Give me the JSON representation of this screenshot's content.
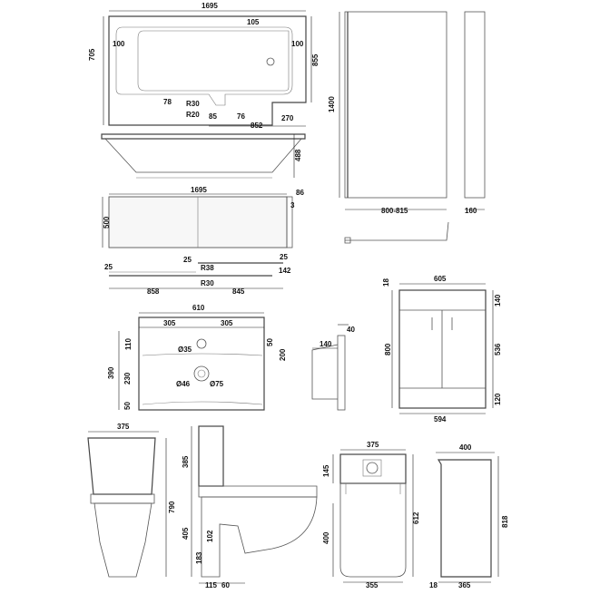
{
  "colors": {
    "line": "#555555",
    "dim": "#222222",
    "text": "#111111",
    "background": "#ffffff"
  },
  "bath_plan": {
    "width": "1695",
    "depth": "705",
    "depth_at_shower": "855",
    "rim_top": "105",
    "rim_left": "100",
    "rim_right": "100",
    "offset_78": "78",
    "radius_30": "R30",
    "radius_20": "R20",
    "offset_85": "85",
    "offset_76": "76",
    "waste": "270",
    "shower_width": "852"
  },
  "bath_side": {
    "height": "488"
  },
  "bath_panel": {
    "width": "1695",
    "height": "500",
    "thickness": "86",
    "gap": "3"
  },
  "panel_section": {
    "left_return": "25",
    "r38": "R38",
    "right_return": "25",
    "dim_142": "142",
    "dim_25": "25",
    "r30": "R30",
    "left_length": "858",
    "right_length": "845"
  },
  "screen_front": {
    "height": "1400",
    "width": "800-815"
  },
  "screen_side": {
    "depth": "160"
  },
  "basin_plan": {
    "width": "610",
    "half_left": "305",
    "half_right": "305",
    "tap_offset": "110",
    "tap_hole": "Ø35",
    "dim_50": "50",
    "dim_200": "200",
    "depth": "390",
    "dim_230": "230",
    "waste_hole": "Ø46",
    "overflow": "Ø75",
    "front": "50"
  },
  "basin_side": {
    "thickness": "40",
    "depth": "140"
  },
  "vanity_front": {
    "top_width": "605",
    "side_margin": "18",
    "height": "800",
    "top_section": "140",
    "door_height": "536",
    "plinth": "120",
    "base_width": "594"
  },
  "wc_front": {
    "width": "375",
    "height": "790"
  },
  "wc_side": {
    "cistern_height": "385",
    "pan_height": "405",
    "outlet_height": "183",
    "dim_102": "102",
    "dim_115": "115",
    "dim_60": "60"
  },
  "wc_plan": {
    "width": "375",
    "top_depth": "145",
    "base_width": "355",
    "height": "400",
    "overall": "612"
  },
  "wc_unit": {
    "width": "400",
    "height": "818",
    "left": "18",
    "depth": "365"
  }
}
